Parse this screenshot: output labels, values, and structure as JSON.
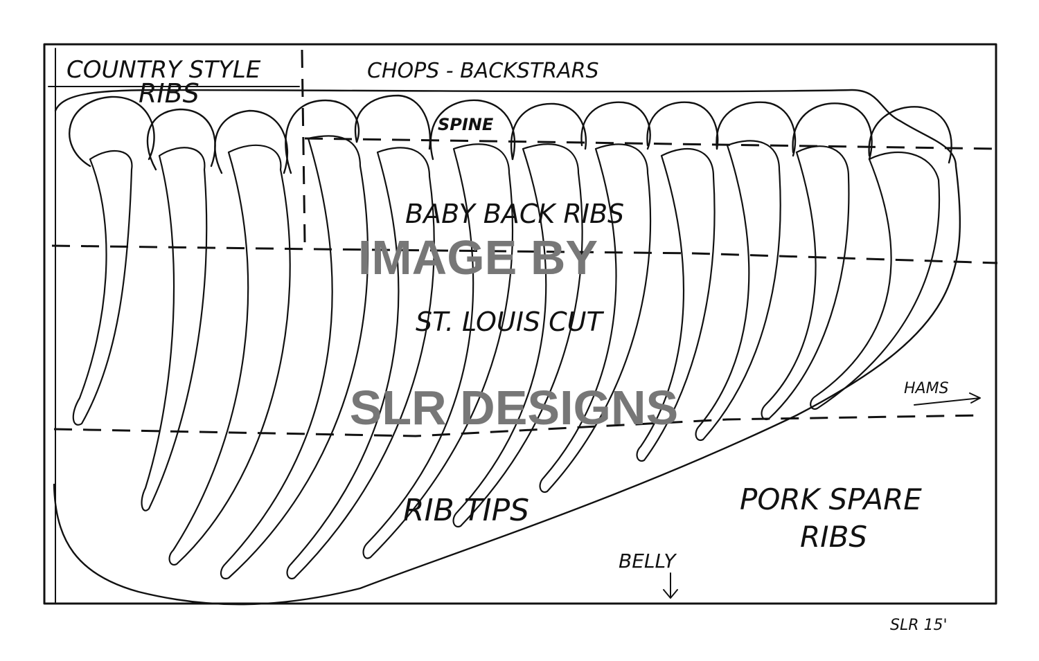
{
  "labels": {
    "country_style_line1": "COUNTRY STYLE",
    "country_style_line2": "RIBS",
    "chops": "CHOPS - BACKSTRARS",
    "spine": "SPINE",
    "baby_back": "BABY BACK RIBS",
    "st_louis": "ST. LOUIS CUT",
    "hams": "HAMS",
    "rib_tips": "RIB TIPS",
    "pork_spare_line1": "PORK SPARE",
    "pork_spare_line2": "RIBS",
    "belly": "BELLY",
    "signature": "SLR 15'"
  },
  "watermark": {
    "line1": "IMAGE BY",
    "line2": "SLR DESIGNS",
    "color": "#777777"
  },
  "colors": {
    "ink": "#111111",
    "background": "#ffffff"
  }
}
